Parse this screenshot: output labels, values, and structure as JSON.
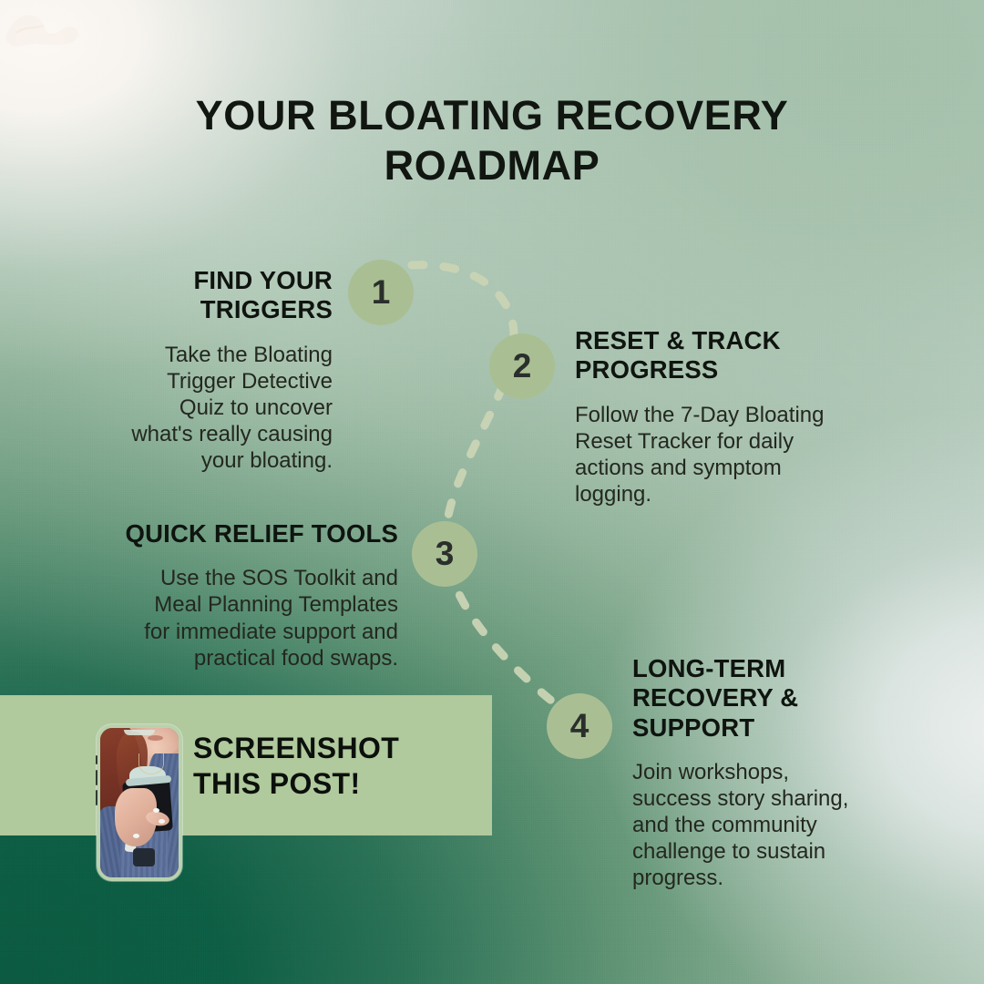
{
  "title": "YOUR BLOATING RECOVERY\nROADMAP",
  "steps": [
    {
      "number": "1",
      "heading": "FIND YOUR\nTRIGGERS",
      "body": "Take the Bloating\nTrigger Detective\nQuiz to uncover\nwhat's really causing\nyour bloating."
    },
    {
      "number": "2",
      "heading": "RESET & TRACK\nPROGRESS",
      "body": "Follow the 7-Day Bloating\nReset Tracker for daily\nactions and symptom\nlogging."
    },
    {
      "number": "3",
      "heading": "QUICK RELIEF TOOLS",
      "body": "Use the SOS Toolkit and\nMeal Planning Templates\nfor immediate support and\npractical food swaps."
    },
    {
      "number": "4",
      "heading": "LONG-TERM\nRECOVERY &\nSUPPORT",
      "body": "Join workshops,\nsuccess story sharing,\nand the community\nchallenge to sustain\nprogress."
    }
  ],
  "banner": {
    "text": "SCREENSHOT\nTHIS POST!",
    "background_color": "#b0c99d"
  },
  "phone_mockup": {
    "description": "Woman with auburn hair in denim jacket holding a black phone",
    "frame_color": "#b9d2ad"
  },
  "colors": {
    "title_text": "#111611",
    "body_text": "#23281f",
    "step_circle": "#a9bf93",
    "dashed_path": "#c9d4b4",
    "background_dark_green": "#0b5a41",
    "background_sage": "#a4c0ab",
    "background_light": "#eef1f1"
  },
  "path": {
    "style": "dashed",
    "dash_pattern": "13 22"
  }
}
